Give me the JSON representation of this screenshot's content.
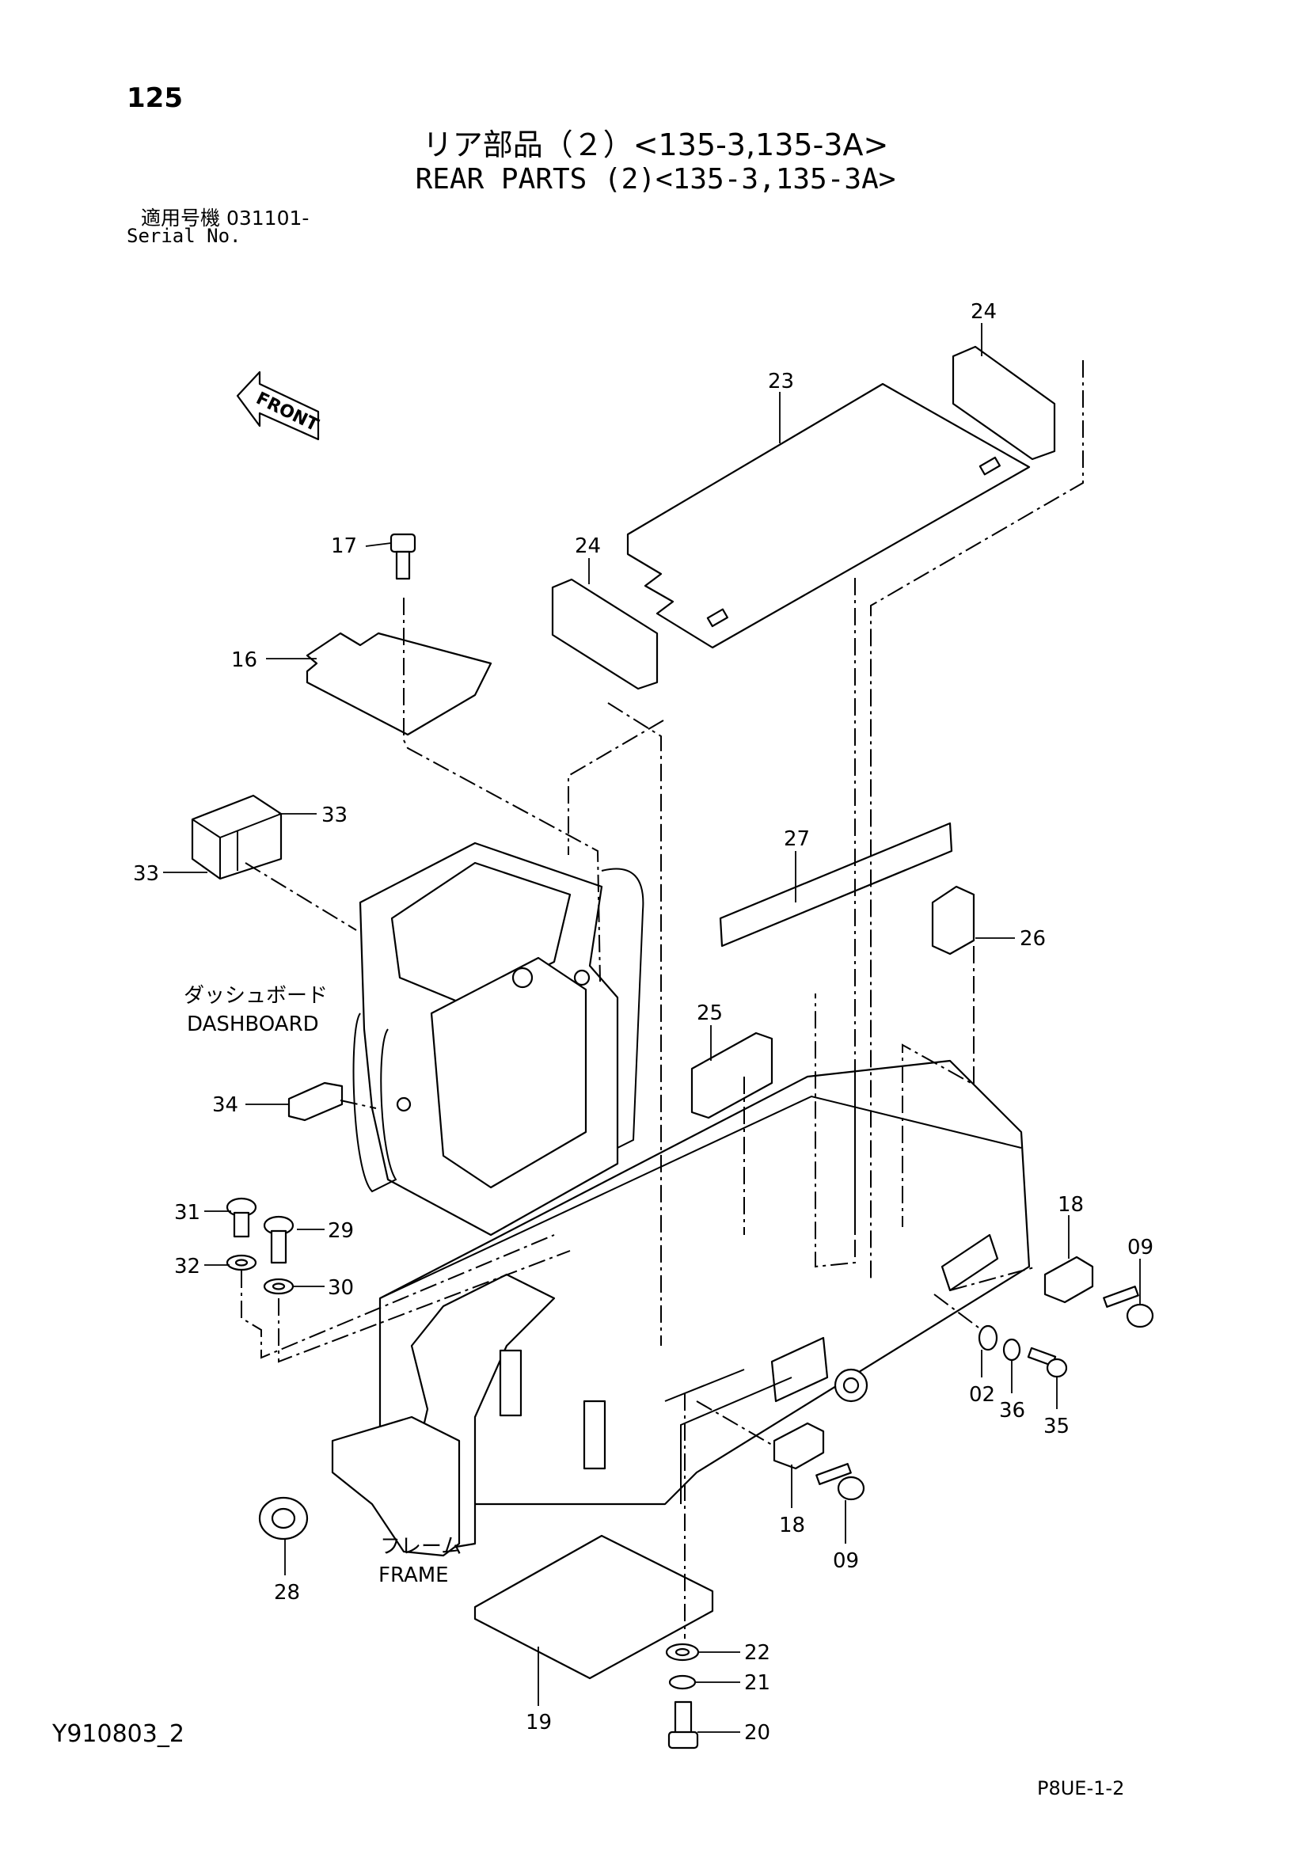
{
  "header": {
    "page_number": "125",
    "title_jp": "リア部品（２）<135-3,135-3A>",
    "title_en": "REAR PARTS (2)<135-3,135-3A>",
    "serial_label_jp": "適用号機  031101-",
    "serial_label_en": "Serial No."
  },
  "diagram": {
    "front_marker": "FRONT",
    "callouts": {
      "c02": "02",
      "c09a": "09",
      "c09b": "09",
      "c16": "16",
      "c17": "17",
      "c18a": "18",
      "c18b": "18",
      "c19": "19",
      "c20": "20",
      "c21": "21",
      "c22": "22",
      "c23": "23",
      "c24a": "24",
      "c24b": "24",
      "c25": "25",
      "c26": "26",
      "c27": "27",
      "c28": "28",
      "c29": "29",
      "c30": "30",
      "c31": "31",
      "c32": "32",
      "c33a": "33",
      "c33b": "33",
      "c34": "34",
      "c35": "35",
      "c36": "36"
    },
    "dashboard_jp": "ダッシュボード",
    "dashboard_en": "DASHBOARD",
    "frame_jp": "フレーム",
    "frame_en": "FRAME"
  },
  "footer": {
    "doc_code": "Y910803_2",
    "sheet_code": "P8UE-1-2"
  }
}
